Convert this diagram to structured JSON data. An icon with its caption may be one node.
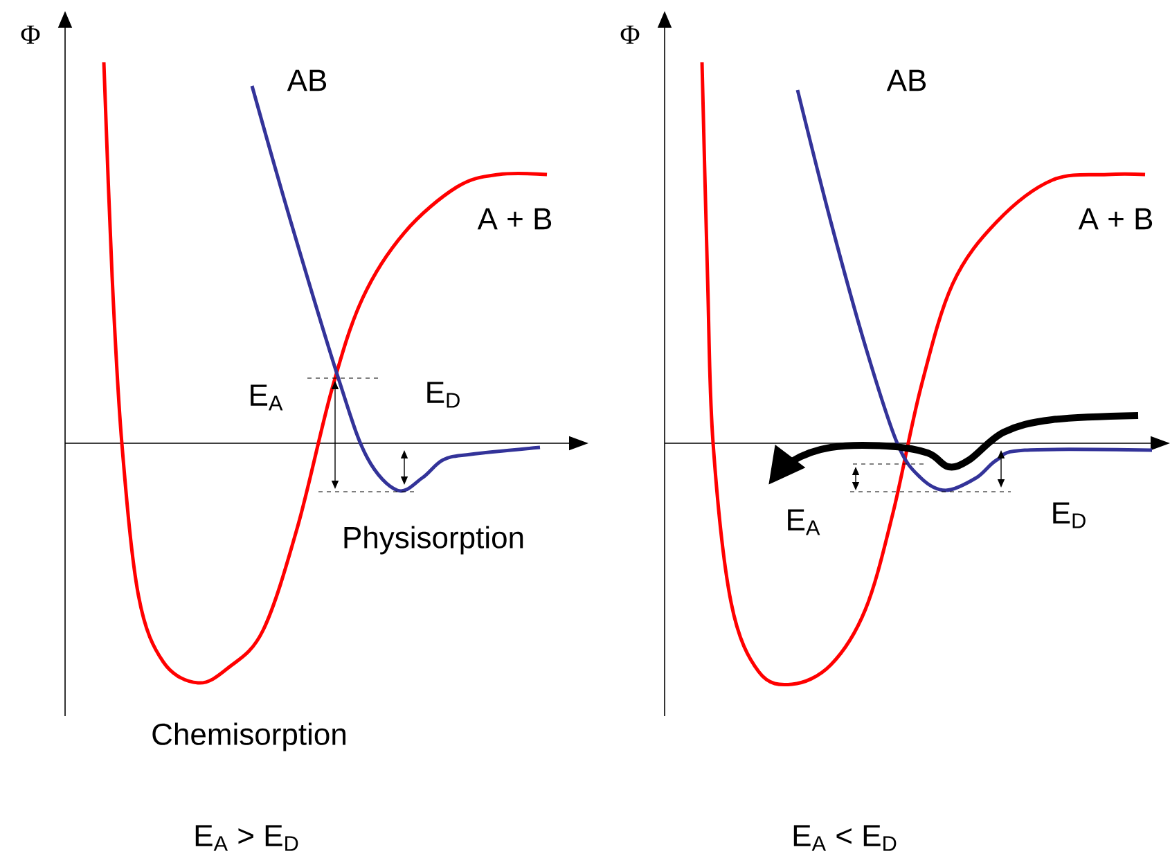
{
  "diagram": {
    "labels": [
      "Φ",
      "AB",
      "A + B",
      "E$_{A}$",
      "E$_{D}$",
      "Physisorption",
      "Chemisorption",
      "E$_{A}$ > E$_{D}$",
      "Φ",
      "AB",
      "A + B",
      "E$_{A}$",
      "E$_{D}$",
      "E$_{A}$ < E$_{D}$"
    ]
  }
}
